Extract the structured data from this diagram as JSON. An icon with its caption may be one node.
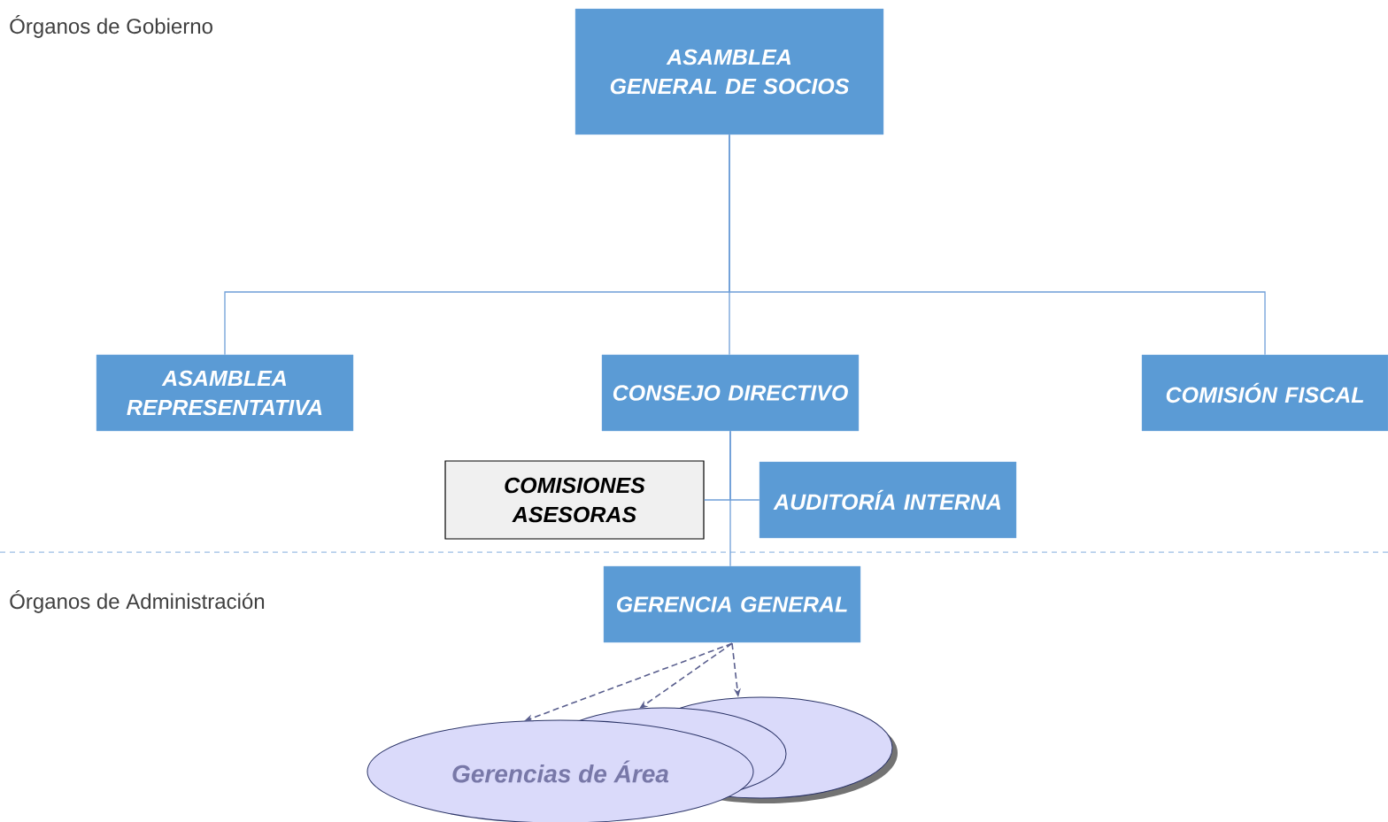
{
  "diagram": {
    "nodes": [
      {
        "text": [
          "ASAMBLEA GENERAL DE SOCIOS"
        ]
      },
      {
        "text": [
          "ASAMBLEA REPRESENTATIVA"
        ]
      },
      {
        "text": [
          "CONSEJO DIRECTIVO"
        ]
      },
      {
        "text": [
          "COMISIÓN FISCAL"
        ]
      },
      {
        "text": [
          "COMISIONES ASESORAS"
        ]
      },
      {
        "text": [
          "AUDITORÍA INTERNA"
        ]
      },
      {
        "text": [
          "GERENCIA GENERAL"
        ]
      },
      {
        "text": [
          "Gerencias de Área"
        ]
      }
    ],
    "edges": [
      {
        "from": 0,
        "to": 1,
        "arrow": "none"
      },
      {
        "from": 0,
        "to": 2,
        "arrow": "none"
      },
      {
        "from": 0,
        "to": 3,
        "arrow": "none"
      },
      {
        "from": 2,
        "to": 4,
        "arrow": "none"
      },
      {
        "from": 2,
        "to": 5,
        "arrow": "none"
      },
      {
        "from": 2,
        "to": 6,
        "arrow": "none"
      },
      {
        "from": 6,
        "to": 7,
        "arrow": "to",
        "style": "dashed",
        "color": "#5a5f8e"
      },
      {
        "from": 6,
        "to": 7,
        "arrow": "to",
        "style": "dashed",
        "color": "#5a5f8e"
      },
      {
        "from": 6,
        "to": 7,
        "arrow": "to",
        "style": "dashed",
        "color": "#5a5f8e"
      }
    ],
    "labels": [
      "Órganos de Gobierno",
      "Órganos de Administración"
    ]
  }
}
